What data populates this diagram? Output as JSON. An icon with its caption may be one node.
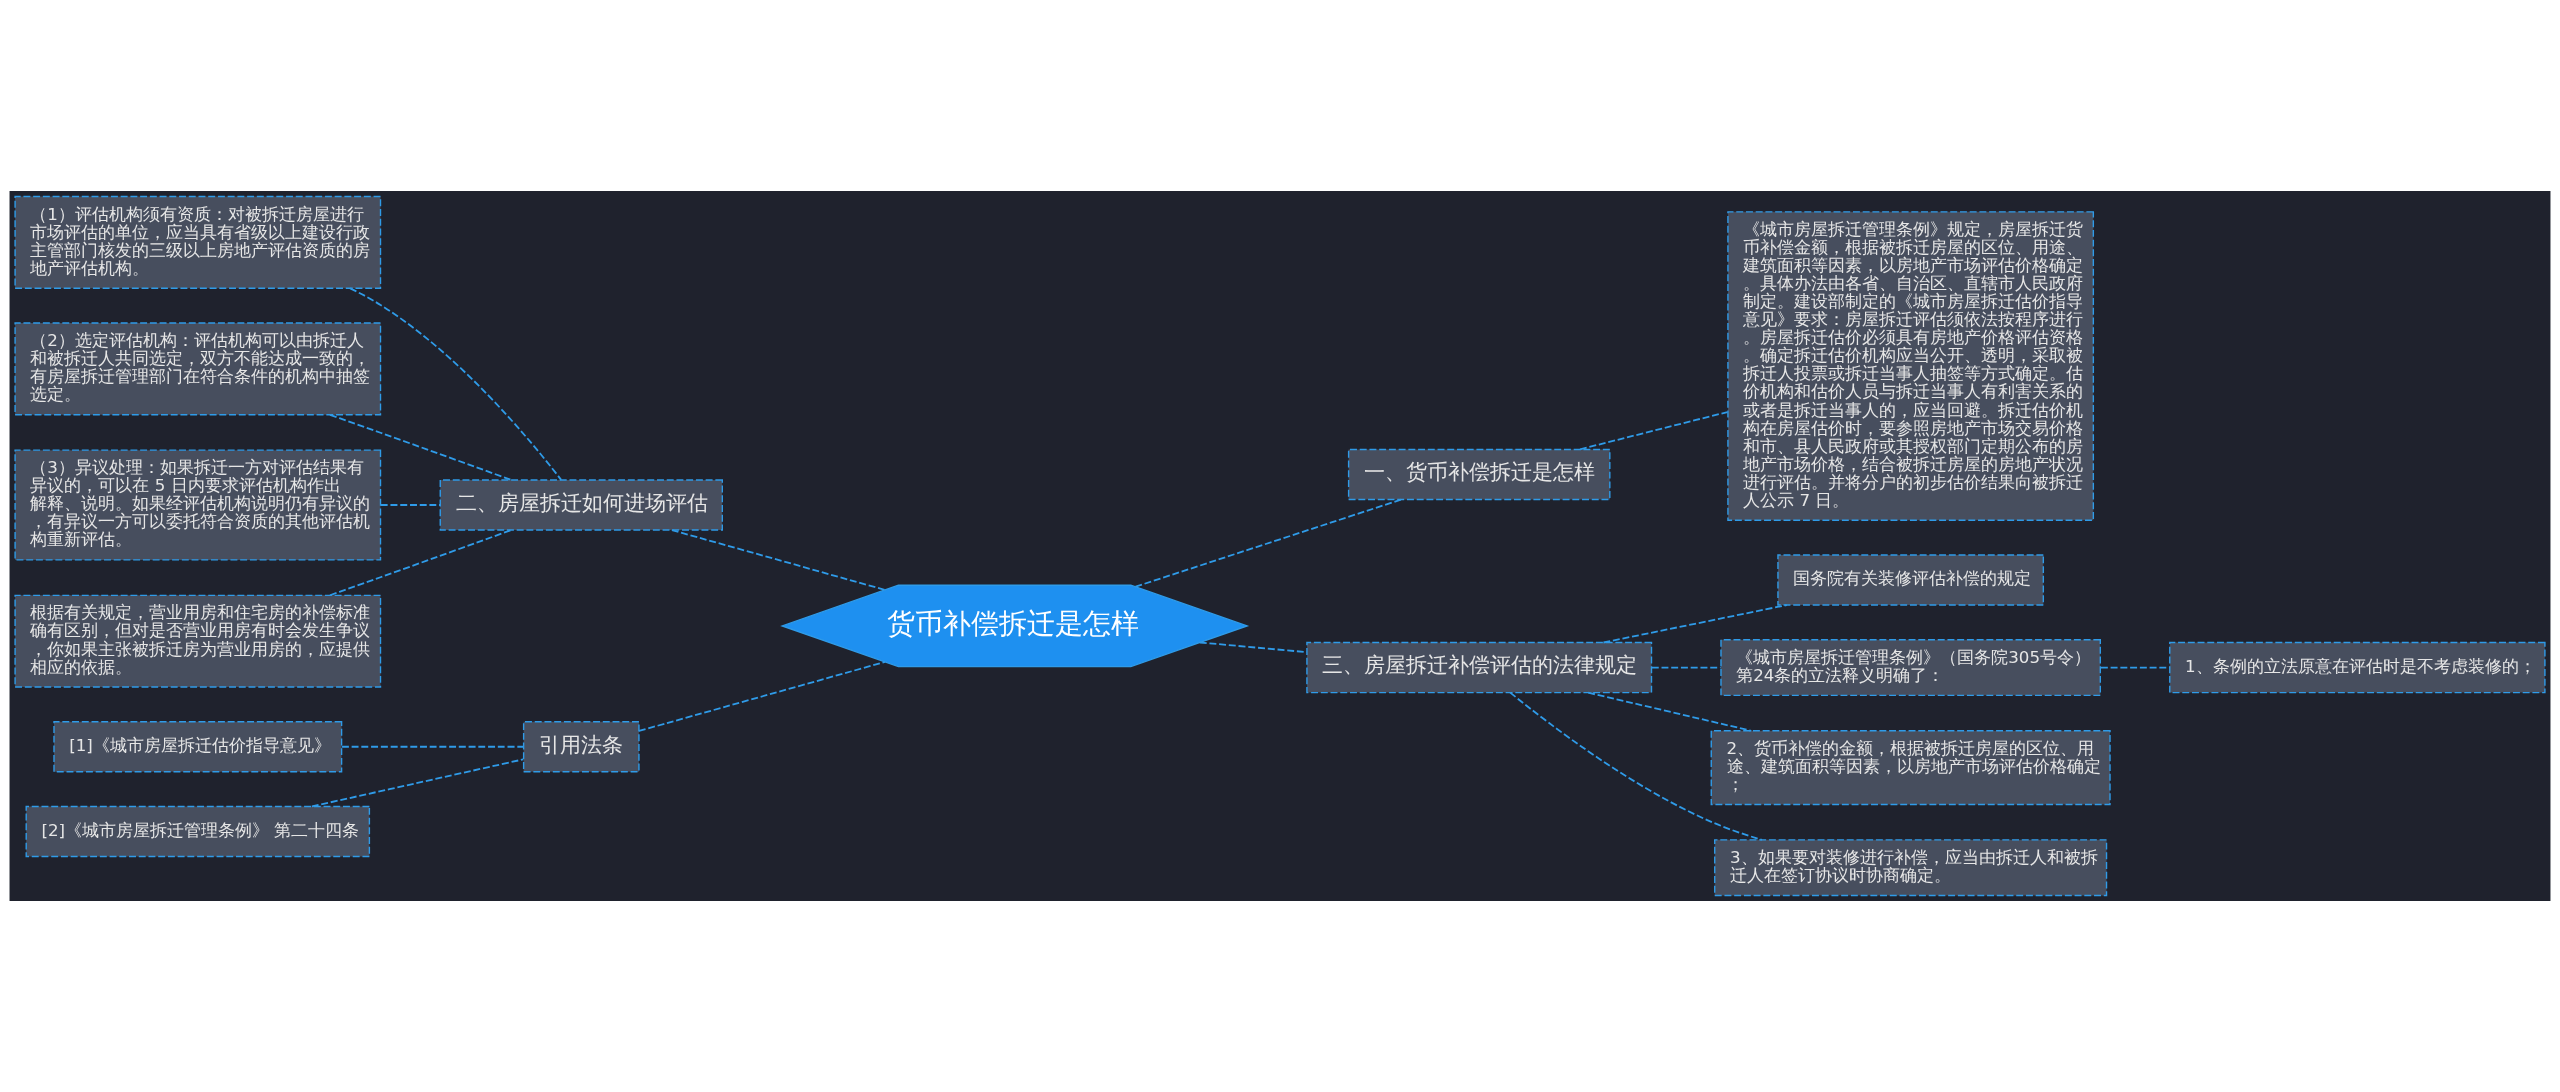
{
  "diagram": {
    "nodes": [
      {
        "text": [
          "货币补偿拆迁是怎样"
        ]
      },
      {
        "text": [
          "二、房屋拆迁如何进场评估"
        ]
      },
      {
        "text": [
          "（1）评估机构须有资质：对被拆迁房屋进行市场评估的单位，应当具有省级以上建设行政主管部门核发的三级以上房地产评估资质的房地产评估机构。"
        ]
      },
      {
        "text": [
          "（2）选定评估机构：评估机构可以由拆迁人和被拆迁人共同选定，双方不能达成一致的，有房屋拆迁管理部门在符合条件的机构中抽签选定。"
        ]
      },
      {
        "text": [
          "（3）异议处理：如果拆迁一方对评估结果有异议的，可以在 5 日内要求评估机构作出解释、说明。如果经评估机构说明仍有异议的，有异议一方可以委托符合资质的其他评估机构重新评估。"
        ]
      },
      {
        "text": [
          "根据有关规定，营业用房和住宅房的补偿标准确有区别，但对是否营业用房有时会发生争议，你如果主张被拆迁房为营业用房的，应提供相应的依据。"
        ]
      },
      {
        "text": [
          "引用法条"
        ]
      },
      {
        "text": [
          "[1]《城市房屋拆迁估价指导意见》"
        ]
      },
      {
        "text": [
          "[2]《城市房屋拆迁管理条例》 第二十四条"
        ]
      },
      {
        "text": [
          "一、货币补偿拆迁是怎样"
        ]
      },
      {
        "text": [
          "《城市房屋拆迁管理条例》规定，房屋拆迁货币补偿金额，根据被拆迁房屋的区位、用途、建筑面积等因素，以房地产市场评估价格确定。具体办法由各省、自治区、直辖市人民政府制定。建设部制定的《城市房屋拆迁估价指导意见》要求：房屋拆迁评估须依法按程序进行。房屋拆迁估价必须具有房地产价格评估资格。确定拆迁估价机构应当公开、透明，采取被拆迁人投票或拆迁当事人抽签等方式确定。估价机构和估价人员与拆迁当事人有利害关系的或者是拆迁当事人的，应当回避。拆迁估价机构在房屋估价时，要参照房地产市场交易价格和市、县人民政府或其授权部门定期公布的房地产市场价格，结合被拆迁房屋的房地产状况进行评估。并将分户的初步估价结果向被拆迁人公示 7 日。"
        ]
      },
      {
        "text": [
          "三、房屋拆迁补偿评估的法律规定"
        ]
      },
      {
        "text": [
          "国务院有关装修评估补偿的规定"
        ]
      },
      {
        "text": [
          "《城市房屋拆迁管理条例》（国务院305号令）第24条的立法释义明确了："
        ]
      },
      {
        "text": [
          "1、条例的立法原意在评估时是不考虑装修的；"
        ]
      },
      {
        "text": [
          "2、货币补偿的金额，根据被拆迁房屋的区位、用途、建筑面积等因素，以房地产市场评估价格确定；"
        ]
      },
      {
        "text": [
          "3、如果要对装修进行补偿，应当由拆迁人和被拆迁人在签订协议时协商确定。"
        ]
      }
    ],
    "edges": [
      {
        "from": 0,
        "to": 1,
        "arrow": "none"
      },
      {
        "from": 1,
        "to": 2,
        "arrow": "none"
      },
      {
        "from": 1,
        "to": 3,
        "arrow": "none"
      },
      {
        "from": 1,
        "to": 4,
        "arrow": "none"
      },
      {
        "from": 1,
        "to": 5,
        "arrow": "none"
      },
      {
        "from": 0,
        "to": 6,
        "arrow": "none"
      },
      {
        "from": 6,
        "to": 7,
        "arrow": "none"
      },
      {
        "from": 6,
        "to": 8,
        "arrow": "none"
      },
      {
        "from": 0,
        "to": 9,
        "arrow": "none"
      },
      {
        "from": 9,
        "to": 10,
        "arrow": "none"
      },
      {
        "from": 0,
        "to": 11,
        "arrow": "none"
      },
      {
        "from": 11,
        "to": 12,
        "arrow": "none"
      },
      {
        "from": 11,
        "to": 13,
        "arrow": "none"
      },
      {
        "from": 13,
        "to": 14,
        "arrow": "none"
      },
      {
        "from": 11,
        "to": 15,
        "arrow": "none"
      },
      {
        "from": 11,
        "to": 16,
        "arrow": "none"
      }
    ]
  }
}
